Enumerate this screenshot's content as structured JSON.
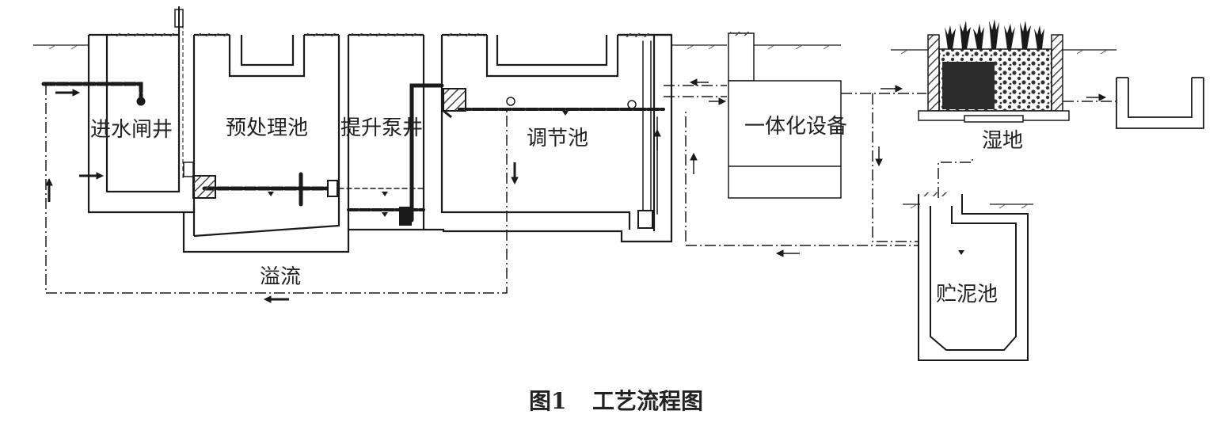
{
  "labels": {
    "inlet_gate_well": "进水闸井",
    "pretreatment_tank": "预处理池",
    "lift_pump_well": "提升泵井",
    "regulating_tank": "调节池",
    "integrated_equipment": "一体化设备",
    "wetland": "湿地",
    "overflow": "溢流",
    "sludge_tank": "贮泥池"
  },
  "caption": {
    "figure_number": "图1",
    "title": "工艺流程图"
  },
  "colors": {
    "line": "#1a1a1a",
    "text": "#222222",
    "hatch": "#555555"
  }
}
